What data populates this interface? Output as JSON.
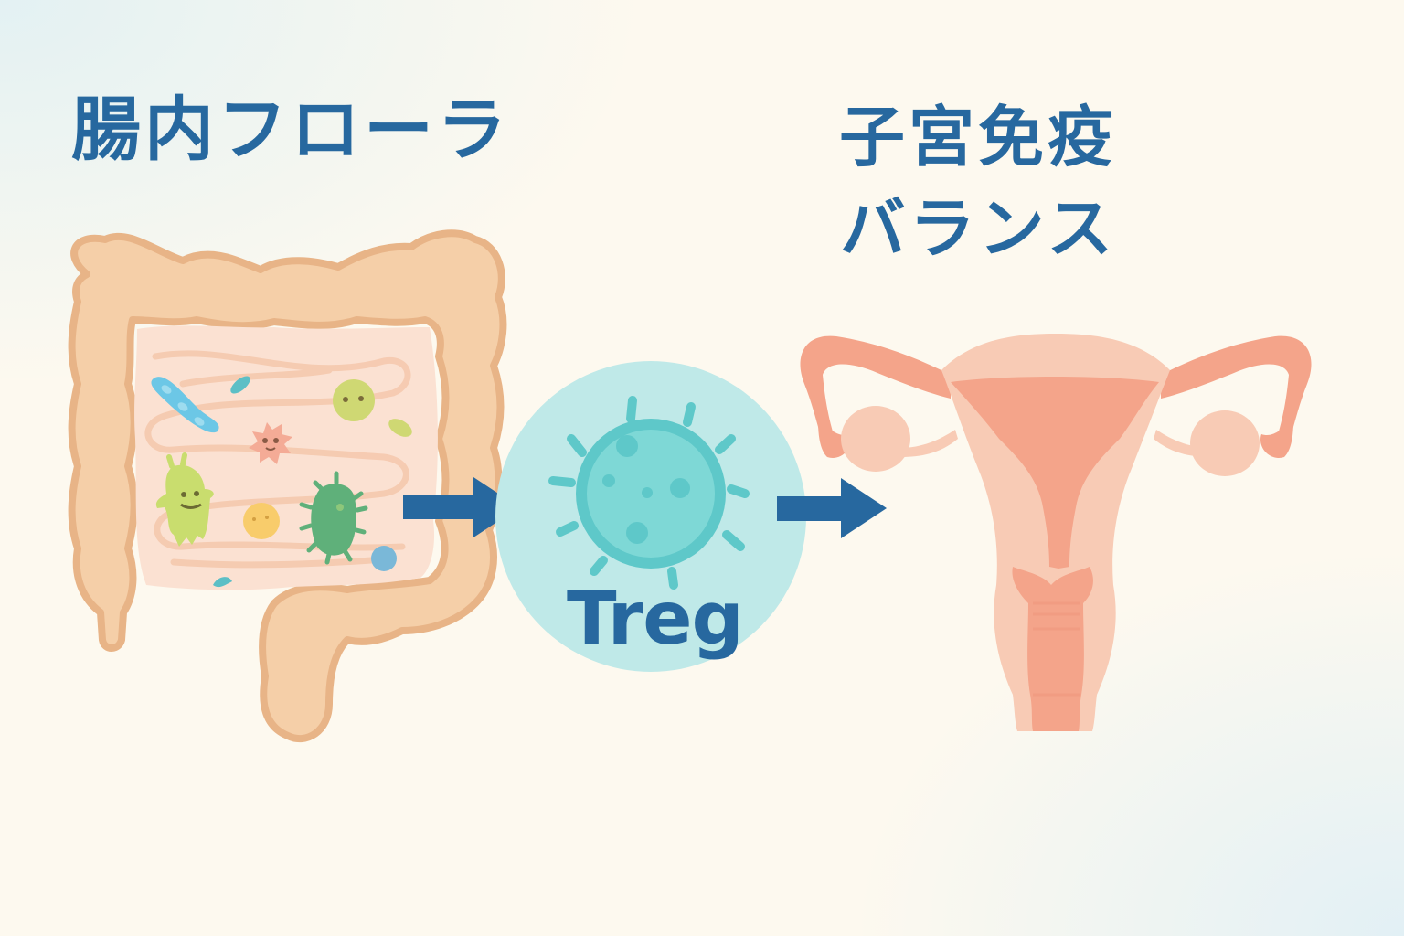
{
  "diagram": {
    "left_title": "腸内フローラ",
    "right_title_line1": "子宮免疫",
    "right_title_line2": "バランス",
    "center_label": "Treg",
    "nodes": [
      {
        "id": "gut-microbiota",
        "label": "腸内フローラ",
        "icon": "intestine-with-bacteria"
      },
      {
        "id": "treg",
        "label": "Treg",
        "icon": "regulatory-t-cell"
      },
      {
        "id": "uterine-immune-balance",
        "label": "子宮免疫バランス",
        "icon": "uterus"
      }
    ],
    "edges": [
      {
        "from": "gut-microbiota",
        "to": "treg",
        "style": "arrow"
      },
      {
        "from": "treg",
        "to": "uterine-immune-balance",
        "style": "arrow"
      }
    ]
  },
  "colors": {
    "title_text": "#27689f",
    "arrow": "#27689f",
    "intestine_fill": "#f5cfa8",
    "intestine_outline": "#e8b487",
    "small_intestine_fill": "#fbe1d2",
    "treg_circle_bg": "#bfe9e8",
    "treg_cell": "#5ec8c9",
    "uterus_light": "#f8cbb5",
    "uterus_dark": "#f4a48a",
    "background": "#fdf9ef"
  }
}
